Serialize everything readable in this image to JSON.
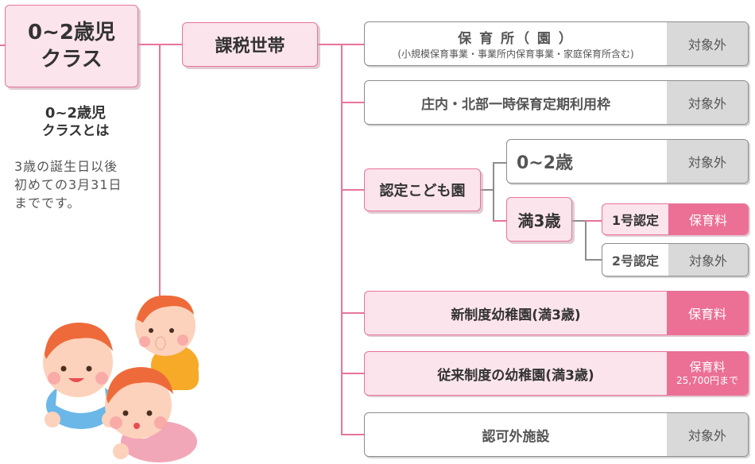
{
  "class_box": {
    "line1": "0~2歳児",
    "line2": "クラス"
  },
  "note": {
    "title1": "0~2歳児",
    "title2": "クラスとは",
    "body": [
      "3歳の誕生日以後",
      "初めての3月31日",
      "までです。"
    ]
  },
  "taxed": "課税世帯",
  "rows": {
    "hoikusho": {
      "title": "保 育 所（ 園 ）",
      "sub": "(小規模保育事業・事業所内保育事業・家庭保育所含む)",
      "tag": "対象外"
    },
    "shonai": {
      "title": "庄内・北部一時保育定期利用枠",
      "tag": "対象外"
    },
    "kodomoen": {
      "label": "認定こども園"
    },
    "age02": {
      "title": "0~2歳",
      "tag": "対象外"
    },
    "man3": {
      "label": "満3歳"
    },
    "nin1": {
      "title": "1号認定",
      "tag": "保育料"
    },
    "nin2": {
      "title": "2号認定",
      "tag": "対象外"
    },
    "shinseido": {
      "title": "新制度幼稚園(満3歳)",
      "tag": "保育料"
    },
    "jurai": {
      "title": "従来制度の幼稚園(満3歳)",
      "tag": "保育料",
      "tag_sub": "25,700円まで"
    },
    "ninkagai": {
      "title": "認可外施設",
      "tag": "対象外"
    }
  },
  "colors": {
    "pink_border": "#e7749a",
    "pink_fill": "#fce4ec",
    "pink_tag": "#ec6f95",
    "gray_tag": "#d9d9d9"
  },
  "illustration": "babies-illustration"
}
